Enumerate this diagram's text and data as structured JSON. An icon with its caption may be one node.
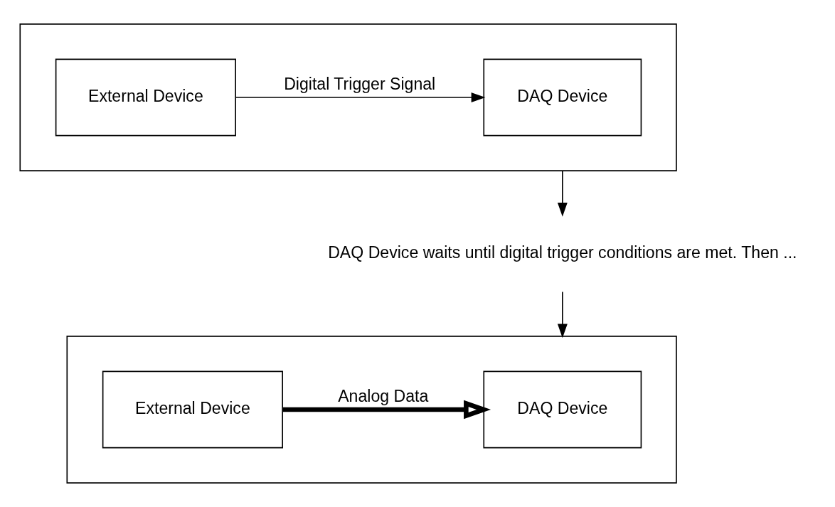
{
  "diagram": {
    "nodes": [
      {
        "text": [],
        "shape": "box"
      },
      {
        "text": [
          "External Device"
        ],
        "in": 0
      },
      {
        "text": [
          "DAQ Device"
        ],
        "in": 0
      },
      {
        "text": [
          "DAQ Device waits until digital trigger conditions are met. Then ..."
        ]
      },
      {
        "text": [],
        "shape": "box"
      },
      {
        "text": [
          "External Device"
        ],
        "in": 4
      },
      {
        "text": [
          "DAQ Device"
        ],
        "in": 4
      }
    ],
    "edges": [
      {
        "from": 1,
        "to": 2,
        "arrow": "to",
        "label": "Digital Trigger Signal"
      },
      {
        "from": 0,
        "to": 3,
        "arrow": "to"
      },
      {
        "from": 3,
        "to": 4,
        "arrow": "to"
      },
      {
        "from": 5,
        "to": 6,
        "arrow": "to",
        "label": "Analog Data",
        "style": "thick"
      }
    ]
  }
}
